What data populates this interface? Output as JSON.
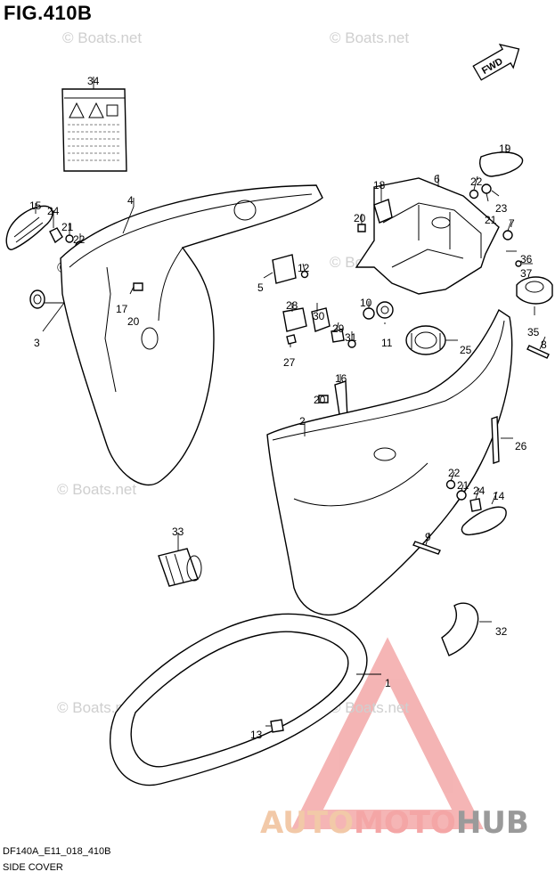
{
  "figure": {
    "title": "FIG.410B",
    "code": "DF140A_E11_018_410B",
    "caption": "SIDE COVER"
  },
  "fwd_label": "FWD",
  "watermark": "© Boats.net",
  "brand": {
    "auto": "AUTO",
    "moto": "MOTO",
    "hub": "HUB"
  },
  "colors": {
    "brand_auto": "#f2c9a8",
    "brand_moto": "#f4a6a6",
    "brand_hub": "#9a9a9a",
    "logo_triangle": "#e85a5a"
  },
  "part_numbers": [
    "34",
    "15",
    "24",
    "21",
    "22",
    "4",
    "3",
    "17",
    "20",
    "5",
    "12",
    "28",
    "30",
    "29",
    "31",
    "27",
    "10",
    "11",
    "25",
    "16",
    "20",
    "2",
    "18",
    "20",
    "6",
    "19",
    "22",
    "21",
    "23",
    "7",
    "36",
    "37",
    "35",
    "8",
    "26",
    "22",
    "21",
    "24",
    "14",
    "9",
    "33",
    "32",
    "1",
    "13"
  ]
}
